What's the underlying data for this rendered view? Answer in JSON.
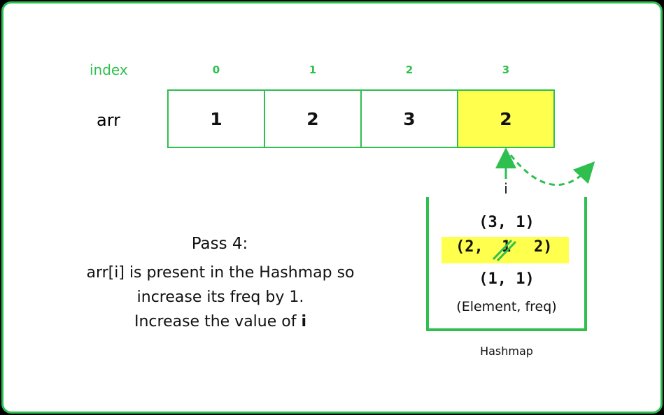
{
  "index_label": "index",
  "array_label": "arr",
  "indices": [
    "0",
    "1",
    "2",
    "3"
  ],
  "cells": [
    "1",
    "2",
    "3",
    "2"
  ],
  "highlighted_index": 3,
  "pointer_label": "i",
  "pass_title": "Pass 4:",
  "description": {
    "line1": "arr[i] is present in the Hashmap so",
    "line2": "increase its freq by 1.",
    "line3_prefix": "Increase the value of ",
    "line3_var": "i"
  },
  "hashmap": {
    "entries": [
      {
        "text": "(3, 1)"
      },
      {
        "key": "(2,",
        "old": "1",
        "new": "2)"
      },
      {
        "text": "(1, 1)"
      }
    ],
    "legend": "(Element, freq)",
    "label": "Hashmap"
  },
  "colors": {
    "accent": "#2fbf4f",
    "highlight": "#ffff4d",
    "background": "#ffffff",
    "text": "#111111"
  }
}
